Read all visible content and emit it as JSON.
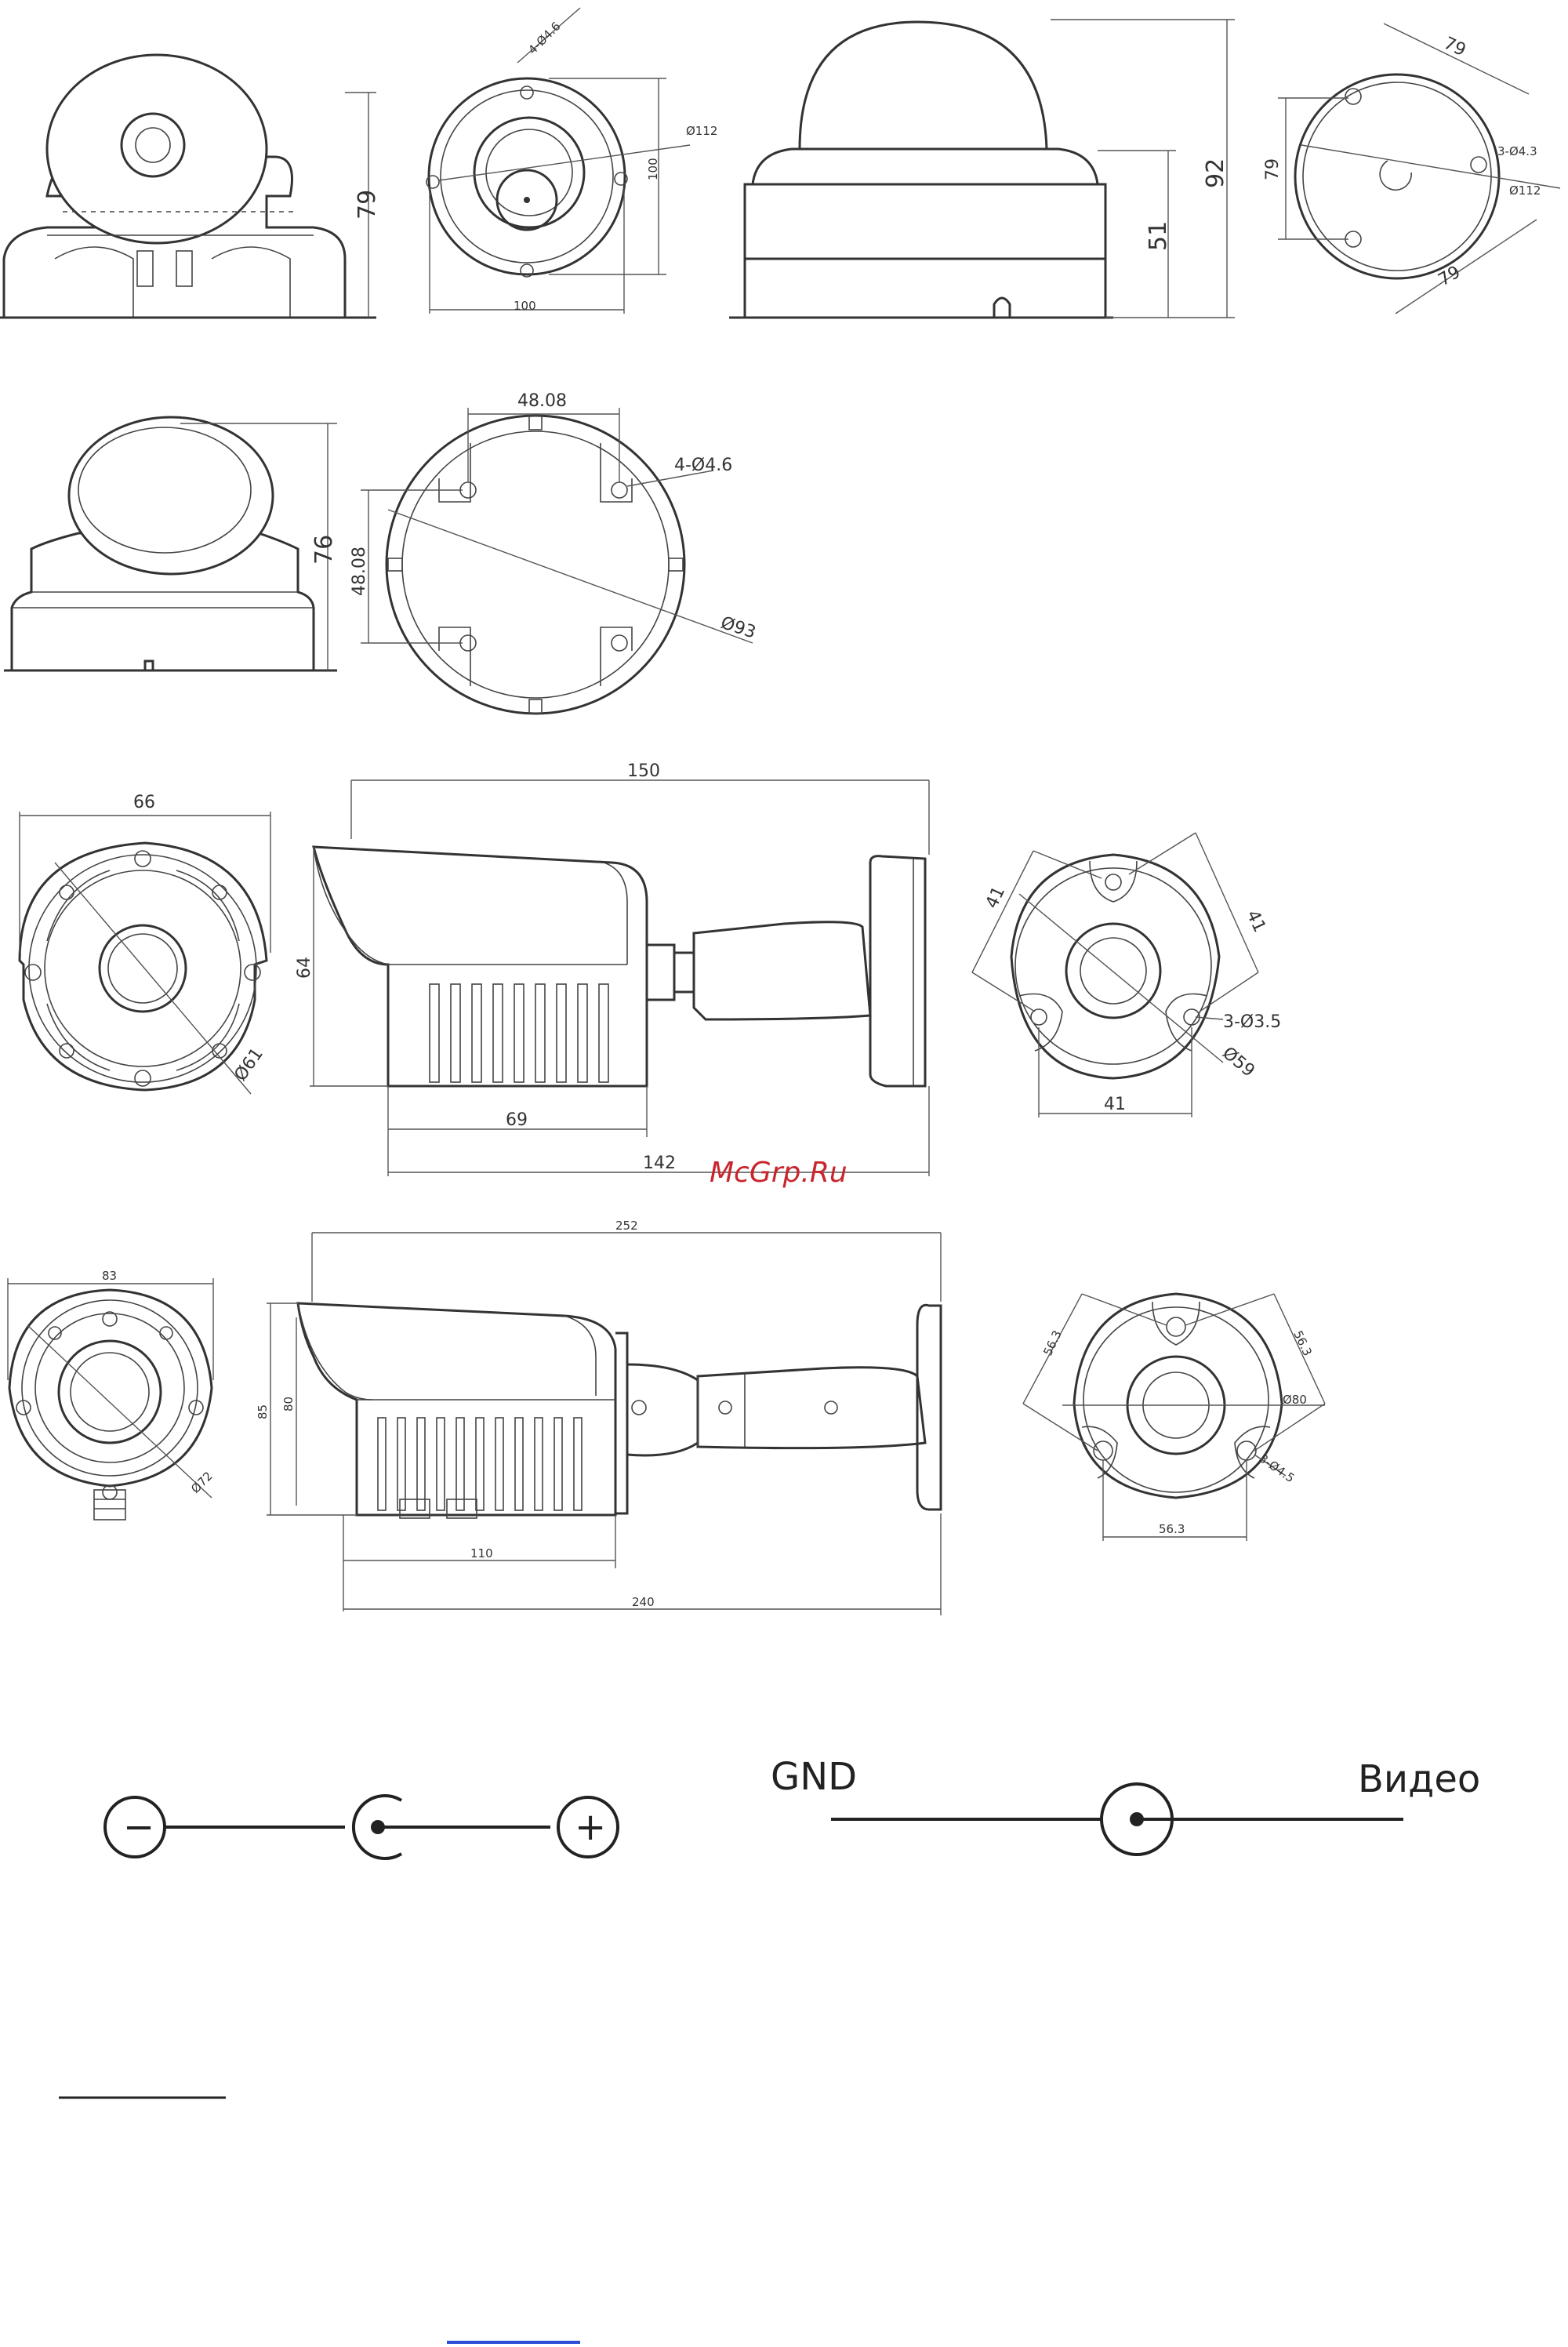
{
  "watermark": "McGrp.Ru",
  "dims": {
    "r1_dome_h": "79",
    "r1_top_holes": "4-Ø4.6",
    "r1_top_dia": "Ø112",
    "r1_top_side": "100",
    "r1_top_width": "100",
    "r1_big_h": "92",
    "r1_big_low": "51",
    "r1_base_top": "79",
    "r1_base_left": "79",
    "r1_base_holes": "3-Ø4.3",
    "r1_base_dia": "Ø112",
    "r1_base_bottom": "79",
    "r2_dome_h": "76",
    "r2_top_w": "48.08",
    "r2_holes": "4-Ø4.6",
    "r2_left": "48.08",
    "r2_dia": "Ø93",
    "r3_front_w": "66",
    "r3_front_dia": "Ø61",
    "r3_len": "150",
    "r3_h": "64",
    "r3_body": "69",
    "r3_total": "142",
    "r3_base_l": "41",
    "r3_base_r": "41",
    "r3_base_holes": "3-Ø3.5",
    "r3_base_dia": "Ø59",
    "r3_base_b": "41",
    "r4_front_w": "83",
    "r4_front_dia": "Ø72",
    "r4_len": "252",
    "r4_h1": "85",
    "r4_h2": "80",
    "r4_body": "110",
    "r4_total": "240",
    "r4_base_l": "56.3",
    "r4_base_r": "56.3",
    "r4_base_dia": "Ø80",
    "r4_base_holes": "3-Ø4.5",
    "r4_base_b": "56.3"
  },
  "wiring": {
    "minus": "−",
    "plus": "+",
    "gnd": "GND",
    "video": "Видео"
  }
}
